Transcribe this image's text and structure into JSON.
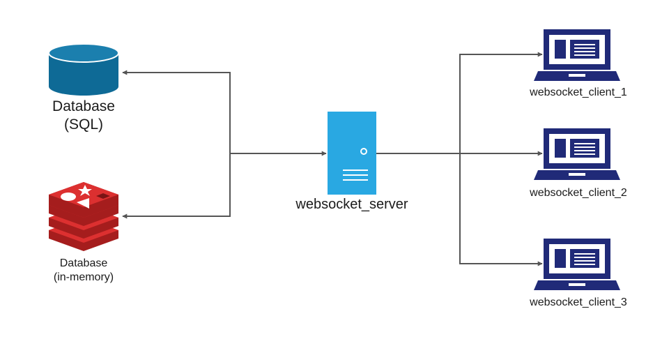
{
  "nodes": {
    "sql_db": {
      "line1": "Database",
      "line2": "(SQL)"
    },
    "memory_db": {
      "line1": "Database",
      "line2": "(in-memory)"
    },
    "server": {
      "label": "websocket_server"
    },
    "clients": [
      {
        "label": "websocket_client_1"
      },
      {
        "label": "websocket_client_2"
      },
      {
        "label": "websocket_client_3"
      }
    ]
  },
  "colors": {
    "sql_db": "#0e6a96",
    "sql_db_top": "#1b7fae",
    "redis_light": "#dc3030",
    "redis_dark": "#a51d1d",
    "server": "#29a8e2",
    "laptop": "#202a78",
    "connector": "#555555",
    "text": "#1a1a1a"
  },
  "icons": {
    "sql_db": "database-cylinder-icon",
    "memory_db": "redis-stack-icon",
    "server": "server-tower-icon",
    "client": "laptop-icon"
  }
}
